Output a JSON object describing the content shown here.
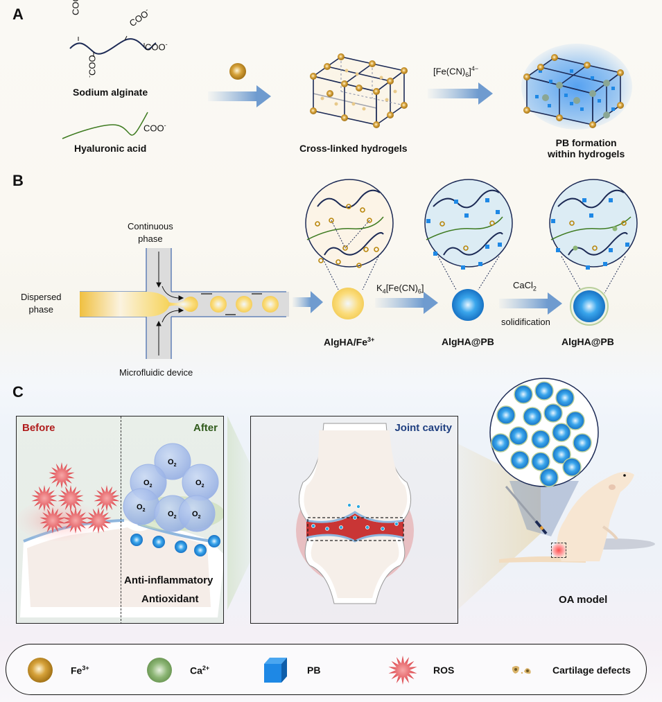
{
  "panels": {
    "a": {
      "letter": "A",
      "sodium_alginate": "Sodium alginate",
      "hyaluronic_acid": "Hyaluronic acid",
      "carboxylate_label": "COO",
      "carboxylate_charge": "-",
      "crosslinked_label": "Cross-linked hydrogels",
      "reagent_label_main": "[Fe(CN)",
      "reagent_label_sub": "6",
      "reagent_label_close": "]",
      "reagent_label_sup": "4−",
      "pb_formation_line1": "PB formation",
      "pb_formation_line2": "within hydrogels"
    },
    "b": {
      "letter": "B",
      "continuous_phase_line1": "Continuous",
      "continuous_phase_line2": "phase",
      "dispersed_phase_line1": "Dispersed",
      "dispersed_phase_line2": "phase",
      "microfluidic_device": "Microfluidic device",
      "reagent1_prefix": "K",
      "reagent1_sub1": "4",
      "reagent1_mid": "[Fe(CN)",
      "reagent1_sub2": "6",
      "reagent1_close": "]",
      "reagent2_main": "CaCl",
      "reagent2_sub": "2",
      "step2_note": "solidification",
      "product1_main": "AlgHA/Fe",
      "product1_sup": "3+",
      "product2": "AlgHA@PB",
      "product3": "AlgHA@PB"
    },
    "c": {
      "letter": "C",
      "before": "Before",
      "after": "After",
      "o2_main": "O",
      "o2_sub": "2",
      "effect1": "Anti-inflammatory",
      "effect2": "Antioxidant",
      "joint_cavity": "Joint cavity",
      "oa_model": "OA model"
    }
  },
  "legend": {
    "items": [
      {
        "icon": "fe3-sphere-icon",
        "main": "Fe",
        "sup": "3+"
      },
      {
        "icon": "ca2-sphere-icon",
        "main": "Ca",
        "sup": "2+"
      },
      {
        "icon": "pb-cube-icon",
        "main": "PB",
        "sup": ""
      },
      {
        "icon": "ros-star-icon",
        "main": "ROS",
        "sup": ""
      },
      {
        "icon": "cartilage-defect-icon",
        "main": "Cartilage defects",
        "sup": ""
      }
    ]
  },
  "colors": {
    "fe": "#b8860b",
    "ca": "#7fa865",
    "pb": "#1e88e5",
    "ros": "#d9333b",
    "before": "#b01c1c",
    "after": "#2f5a1a",
    "joint_cavity": "#1f3f80",
    "alginate": "#1c2a55",
    "ha": "#3d7a1f"
  }
}
